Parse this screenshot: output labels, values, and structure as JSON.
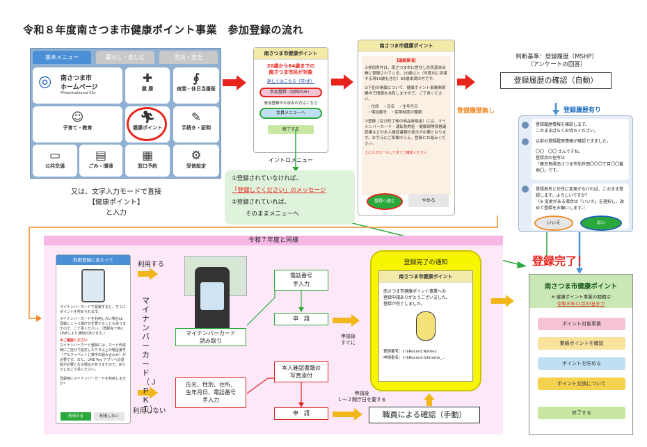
{
  "title": "令和８年度南さつま市健康ポイント事業　参加登録の流れ",
  "menu": {
    "tabs": [
      "基本メニュー",
      "暮らし・楽しむ",
      "防災・安全"
    ],
    "buttons": [
      {
        "label": "南さつま市\nホームページ",
        "sub": "Minamisatsuma City",
        "icon": "city-logo-icon"
      },
      {
        "label": "健 康",
        "icon": "health-icon"
      },
      {
        "label": "夜間・休日当番医",
        "icon": "stethoscope-icon"
      },
      {
        "label": "子育て・教育",
        "icon": "family-icon"
      },
      {
        "label": "健康ポイント",
        "icon": "runner-icon"
      },
      {
        "label": "手続き・証明",
        "icon": "form-icon"
      },
      {
        "label": "公共交通",
        "icon": "bus-icon"
      },
      {
        "label": "ごみ・環境",
        "icon": "trash-icon"
      },
      {
        "label": "窓口予約",
        "icon": "calendar-icon"
      },
      {
        "label": "受信設定",
        "icon": "gear-icon"
      }
    ]
  },
  "note1": [
    "又は、文字入力モードで直接",
    "【健康ポイント】",
    "と入力"
  ],
  "intro": {
    "header": "南さつま市健康ポイント",
    "target": [
      "20歳から64歳までの",
      "南さつま市民が対象"
    ],
    "details_link": "詳しくはこちら（市HP）",
    "register_btn": "参加登録（初回のみ）",
    "registered_note": "参加登録がお済みの方はこちら",
    "member_btn": "会員メニューへ",
    "end_btn": "終了する",
    "caption": "イントロメニュー"
  },
  "greenbox": [
    "①登録されていなければ、",
    "「登録してください」のメッセージ",
    "②登録されていれば、",
    "そのままメニューへ"
  ],
  "confirm": {
    "header": "南さつま市健康ポイント",
    "heading": "【確認事項】",
    "p1": "①参加条件は、南さつま市に居住し住民基本台帳に登録されている、20歳以上（年度内に到達する現19歳も含む）65歳未満の方です。",
    "p2": "②下記の情報について、健康ポイント事業関係課内で情報を共有しますので、ご了承ください。",
    "items": [
      "・住所　・氏名　・生年月日",
      "・電話番号　・保険制度の種類"
    ],
    "p3": "③登録（及び終了後の商品券換金）には、マイナンバーカード・運転免許証・健康保険資格確認書などの本人確認書類の提示が必要となります。お手元にご準備のうえ、登録にお進みください。",
    "scroll_note": "上にスクロールして全てご確認ください",
    "proceed_btn": "登録へ進む",
    "cancel_btn": "やめる"
  },
  "criteria": {
    "label": [
      "判断基準：登録履歴（MSHP）",
      "（アンケートの回答）"
    ],
    "box": "登録履歴の確認（自動）"
  },
  "no_history": "登録履歴無し",
  "has_history": "登録履歴有り",
  "chat": {
    "b1": [
      "登録履歴情報を確認します。",
      "このままぱらくお待ちください。"
    ],
    "b2": [
      "以前の登録履歴情報が確認できました。",
      "",
      "〇〇　〇〇 さんですね。",
      "登録済の住所は",
      "「鹿児島県南さつま市加世田〇〇〇丁目〇〇番地〇」です。"
    ],
    "b3": [
      "登録者名と住所に変更がなければ、このまま登録します。よろしいですか？",
      "（※ 変更がある場合は「いいえ」を選択し、改めて登録をお願いします。）"
    ],
    "no_btn": "いいえ",
    "yes_btn": "はい"
  },
  "done": "登録完了！",
  "same_as": "令和７年度と同様",
  "mynum_screen": {
    "header": "利用登録にあたって",
    "t1": "マイナンバーカードで登録すると、すぐにポイントを貯められます。",
    "t2": "マイナンバーカードを利用しない場合は、登録に１～２開庁日を要することもありますので、ご了承ください。（登録完了時にLINEにより通知があります。）",
    "warn_head": "※ご確認ください",
    "t3": "マイナンバーカード登録には、カード作成時にご自分で設定したケタ以上の暗証番号（アルファベットと数字の組み合わせ）が必要です。また、LINE Pay アプリへの登録が必要となる場合がありますので、あらかじめご了承ください。",
    "q": "登録時にマイナンバーカードを利用しますか？",
    "use_btn": "利用する",
    "notuse_btn": "利用しない"
  },
  "use": "利用する",
  "notuse": "利用しない",
  "jpki": "マイナンバーカード（ＪＰＫＩ）",
  "read_card": [
    "マイナンバーカード",
    "読み取り"
  ],
  "phone_input": [
    "電話番号",
    "手入力"
  ],
  "apply": "申　請",
  "after_apply": [
    "申請後",
    "すぐに"
  ],
  "manual_input": [
    "氏名、性別、住所、",
    "生年月日、電話番号",
    "手入力"
  ],
  "id_photo": [
    "本人確認書類の",
    "写真添付"
  ],
  "after_apply2": [
    "申請後",
    "１～２開庁日を要する"
  ],
  "staff_check": "職員による確認（手動）",
  "notify": {
    "title": "登録完了の通知",
    "header": "南さつま市健康ポイント",
    "msg": [
      "南さつま市健康ポイント事業への",
      "登録申請ありがとうございました。",
      "登録が完了しました。"
    ],
    "reg_no": "登録番号：{!$Record.Name}",
    "applicant": "申請者名：{!$Record.fullname_..."
  },
  "final": {
    "header": "南さつま市健康ポイント",
    "period_label": "※ 健康ポイント事業の期間は",
    "period": "令和８年11月30日まで",
    "buttons": [
      {
        "label": "ポイント対象事業",
        "color": "#f6c3d3"
      },
      {
        "label": "業績ポイントを確認",
        "color": "#f9e29c"
      },
      {
        "label": "ポイントを貯める",
        "color": "#bfe0f2"
      },
      {
        "label": "ポイント交換について",
        "color": "#f4d24e"
      },
      {
        "label": "終了する",
        "color": "#c7e7a3"
      }
    ]
  }
}
